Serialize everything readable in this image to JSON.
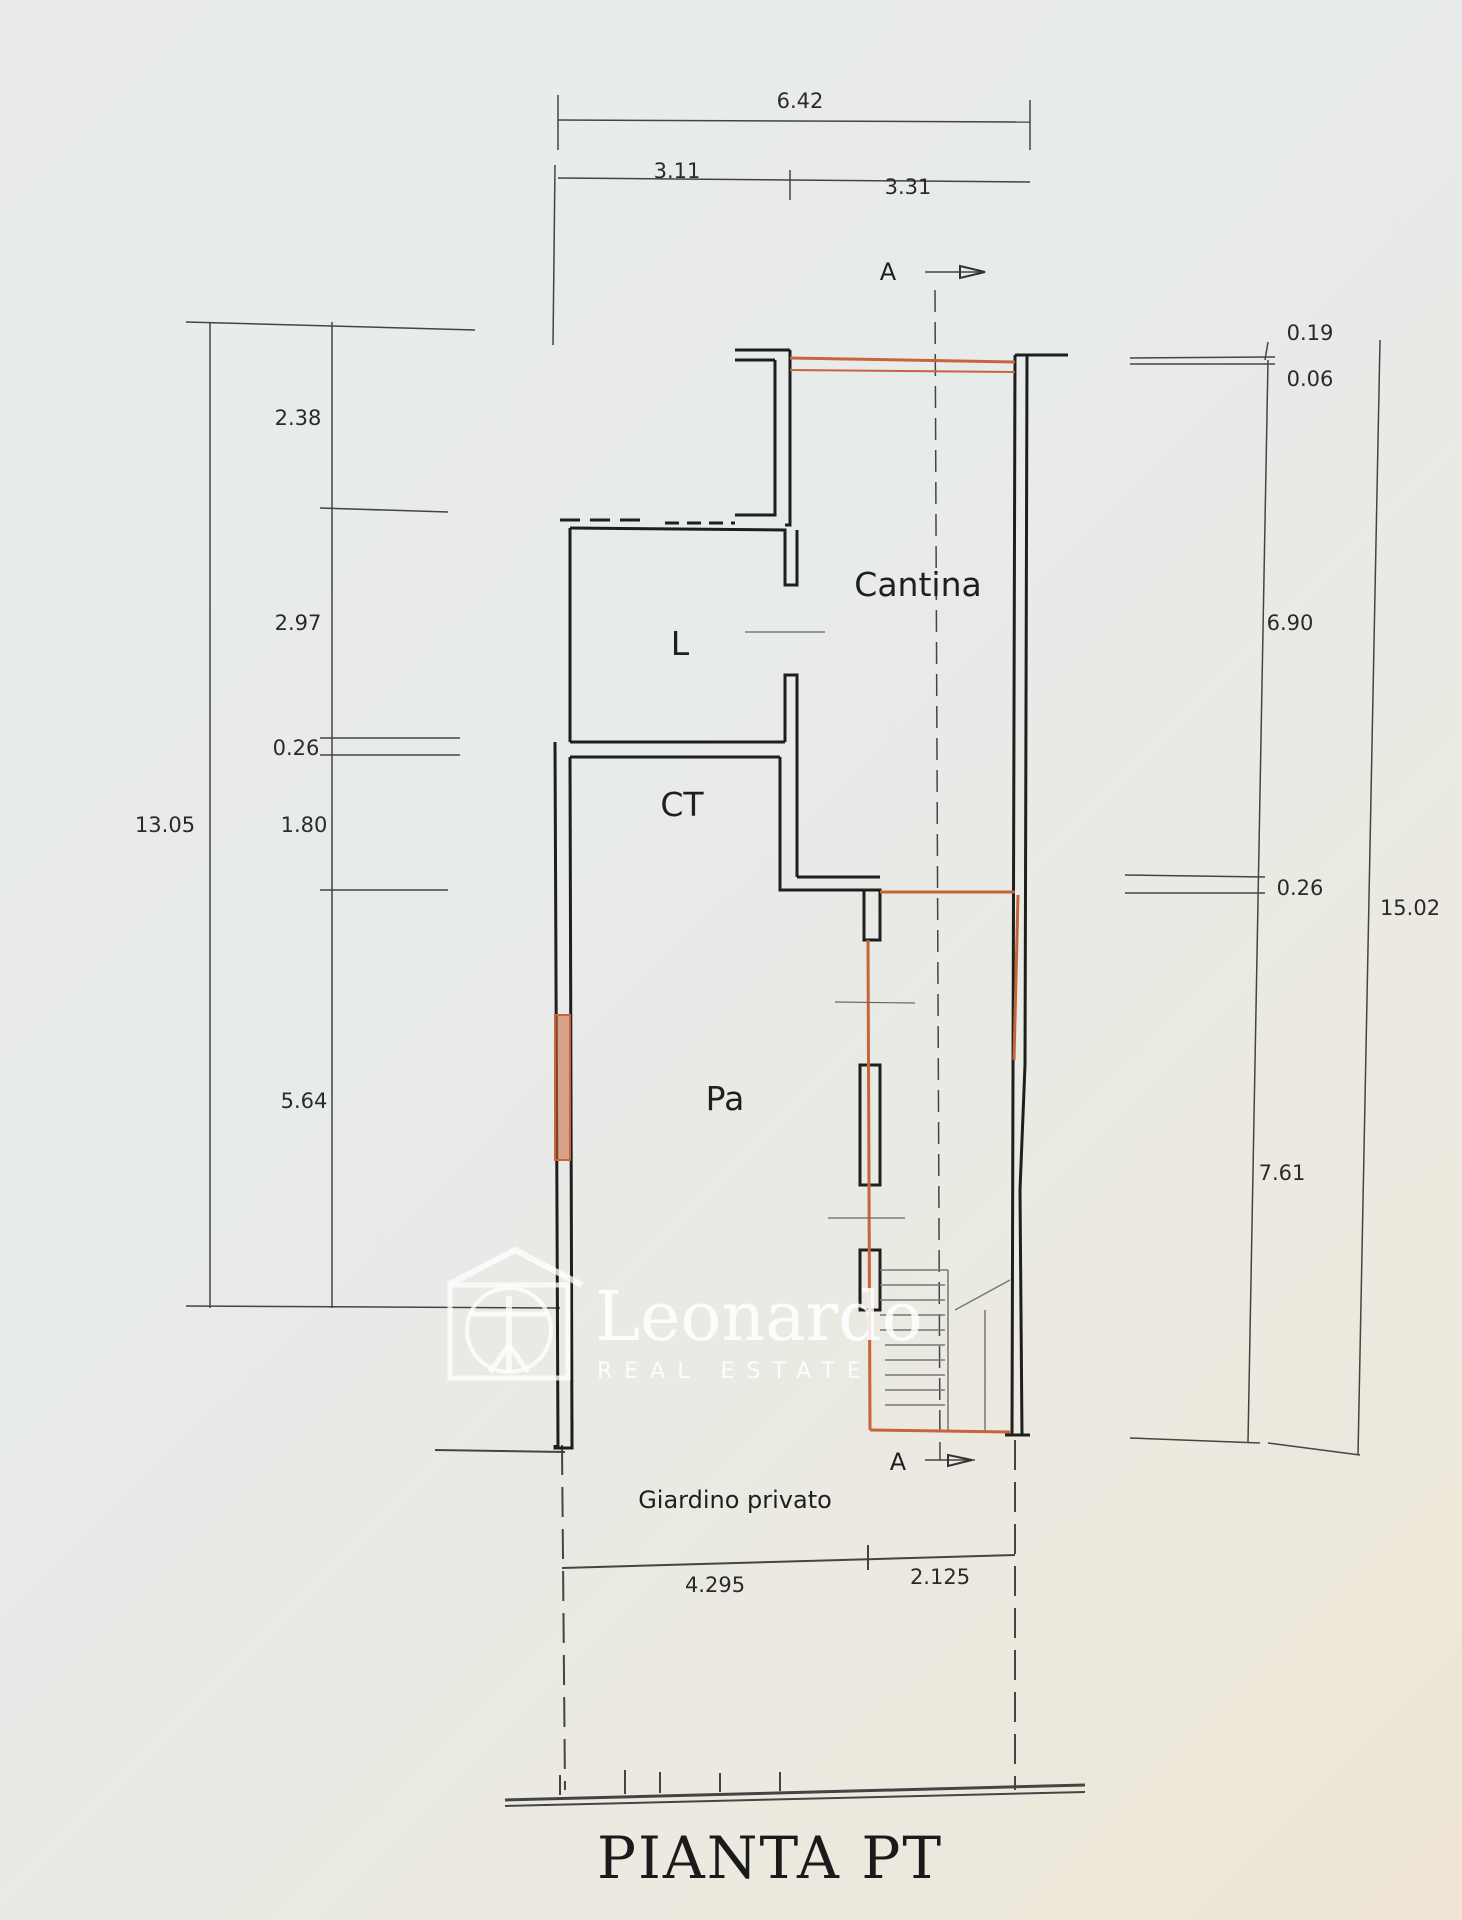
{
  "title": "PIANTA PT",
  "rooms": {
    "cantina": "Cantina",
    "l": "L",
    "ct": "CT",
    "pa": "Pa",
    "garden": "Giardino privato"
  },
  "section_marker": "A",
  "dimensions": {
    "total_width": "6.42",
    "top_left": "3.11",
    "top_right": "3.31",
    "bottom_left": "4.295",
    "bottom_right": "2.125",
    "left_total": "13.05",
    "left_1": "2.38",
    "left_2": "2.97",
    "left_3": "0.26",
    "left_4": "1.80",
    "left_5": "5.64",
    "right_total": "15.02",
    "right_1": "0.19",
    "right_2": "0.06",
    "right_3": "6.90",
    "right_4": "0.26",
    "right_5": "7.61"
  },
  "watermark": {
    "name": "Leonardo",
    "tagline": "REAL ESTATE"
  },
  "colors": {
    "wall": "#1e1e1e",
    "line": "#444444",
    "new_work": "#c8643c"
  }
}
